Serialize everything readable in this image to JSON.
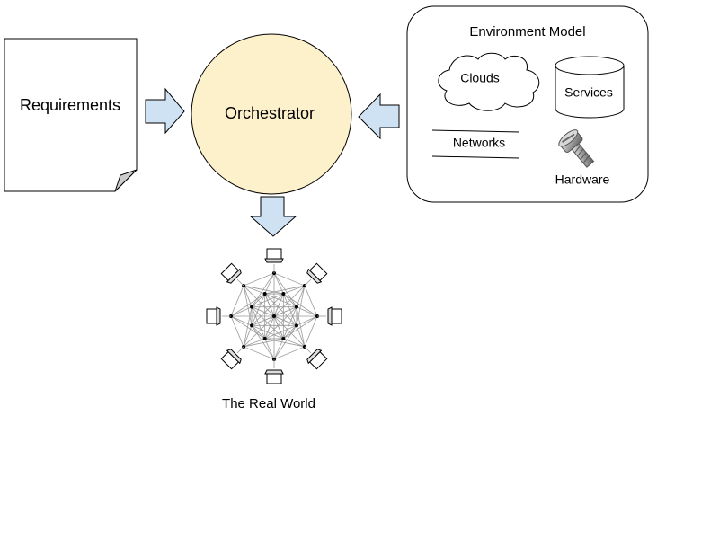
{
  "diagram": {
    "requirements": {
      "label": "Requirements"
    },
    "orchestrator": {
      "label": "Orchestrator"
    },
    "environment_model": {
      "title": "Environment Model",
      "clouds": "Clouds",
      "services": "Services",
      "networks": "Networks",
      "hardware": "Hardware"
    },
    "real_world": {
      "label": "The Real World"
    }
  },
  "colors": {
    "arrow_fill": "#cfe2f3",
    "orchestrator_fill": "#fdf1cc",
    "stroke": "#000000",
    "page_fold": "#cccccc",
    "network_edge": "#9a9a9a"
  },
  "icons": [
    "page-document-icon",
    "cloud-icon",
    "cylinder-database-icon",
    "screw-icon",
    "laptop-icon",
    "mesh-network-icon"
  ]
}
